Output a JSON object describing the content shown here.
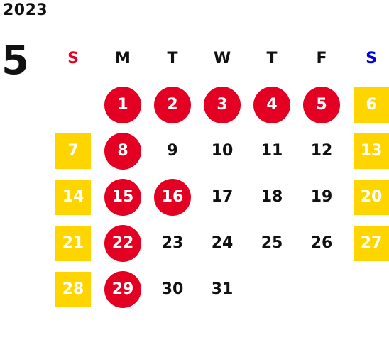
{
  "calendar": {
    "year": "2023",
    "month": "5",
    "weekdays": [
      {
        "label": "S",
        "color": "#e30022"
      },
      {
        "label": "M",
        "color": "#111111"
      },
      {
        "label": "T",
        "color": "#111111"
      },
      {
        "label": "W",
        "color": "#111111"
      },
      {
        "label": "T",
        "color": "#111111"
      },
      {
        "label": "F",
        "color": "#111111"
      },
      {
        "label": "S",
        "color": "#0000dd"
      }
    ],
    "leading_blank_days": 1,
    "days": [
      {
        "n": "1",
        "type": "holiday"
      },
      {
        "n": "2",
        "type": "holiday"
      },
      {
        "n": "3",
        "type": "holiday"
      },
      {
        "n": "4",
        "type": "holiday"
      },
      {
        "n": "5",
        "type": "holiday"
      },
      {
        "n": "6",
        "type": "weekend"
      },
      {
        "n": "7",
        "type": "weekend"
      },
      {
        "n": "8",
        "type": "holiday"
      },
      {
        "n": "9",
        "type": "normal"
      },
      {
        "n": "10",
        "type": "normal"
      },
      {
        "n": "11",
        "type": "normal"
      },
      {
        "n": "12",
        "type": "normal"
      },
      {
        "n": "13",
        "type": "weekend"
      },
      {
        "n": "14",
        "type": "weekend"
      },
      {
        "n": "15",
        "type": "holiday"
      },
      {
        "n": "16",
        "type": "holiday"
      },
      {
        "n": "17",
        "type": "normal"
      },
      {
        "n": "18",
        "type": "normal"
      },
      {
        "n": "19",
        "type": "normal"
      },
      {
        "n": "20",
        "type": "weekend"
      },
      {
        "n": "21",
        "type": "weekend"
      },
      {
        "n": "22",
        "type": "holiday"
      },
      {
        "n": "23",
        "type": "normal"
      },
      {
        "n": "24",
        "type": "normal"
      },
      {
        "n": "25",
        "type": "normal"
      },
      {
        "n": "26",
        "type": "normal"
      },
      {
        "n": "27",
        "type": "weekend"
      },
      {
        "n": "28",
        "type": "weekend"
      },
      {
        "n": "29",
        "type": "holiday"
      },
      {
        "n": "30",
        "type": "normal"
      },
      {
        "n": "31",
        "type": "normal"
      }
    ],
    "colors": {
      "holiday": "#e30022",
      "weekend": "#ffd500",
      "text": "#111111"
    }
  }
}
